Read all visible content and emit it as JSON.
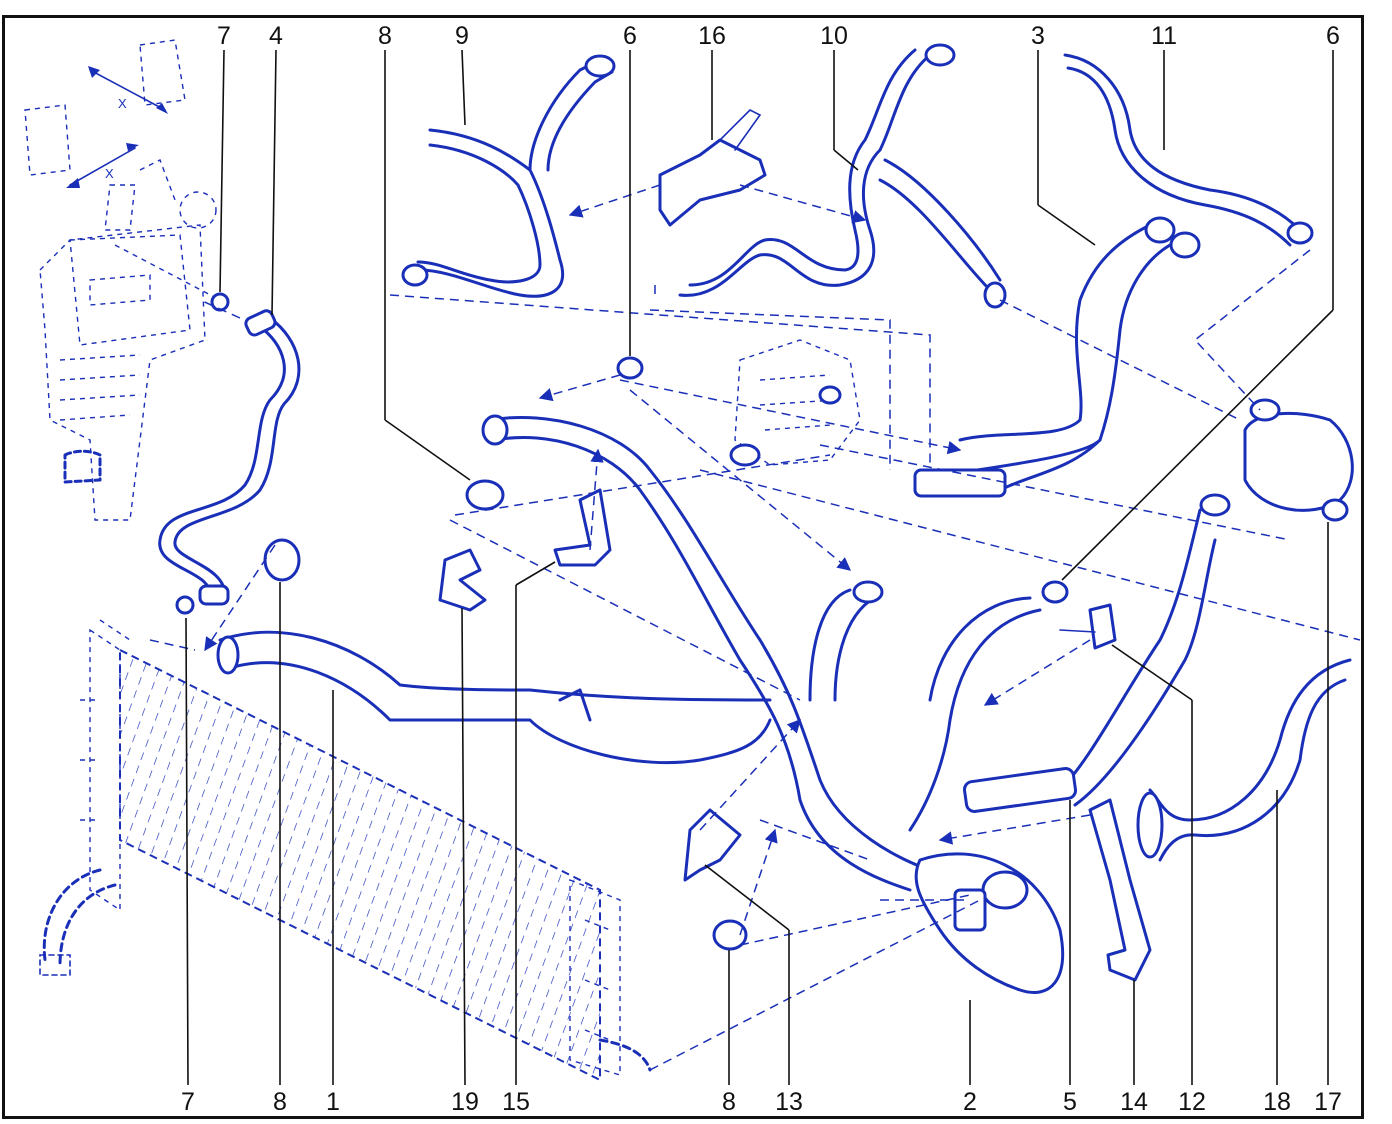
{
  "diagram": {
    "callouts_top": [
      "7",
      "4",
      "8",
      "9",
      "6",
      "16",
      "10",
      "3",
      "11",
      "6"
    ],
    "callouts_bottom": [
      "7",
      "8",
      "1",
      "19",
      "15",
      "8",
      "13",
      "2",
      "5",
      "14",
      "12",
      "18",
      "17"
    ],
    "dimension_marks": [
      "X",
      "X"
    ]
  },
  "colors": {
    "line_art": "#1a2fb8",
    "text": "#111111",
    "frame": "#111111",
    "background": "#ffffff"
  }
}
